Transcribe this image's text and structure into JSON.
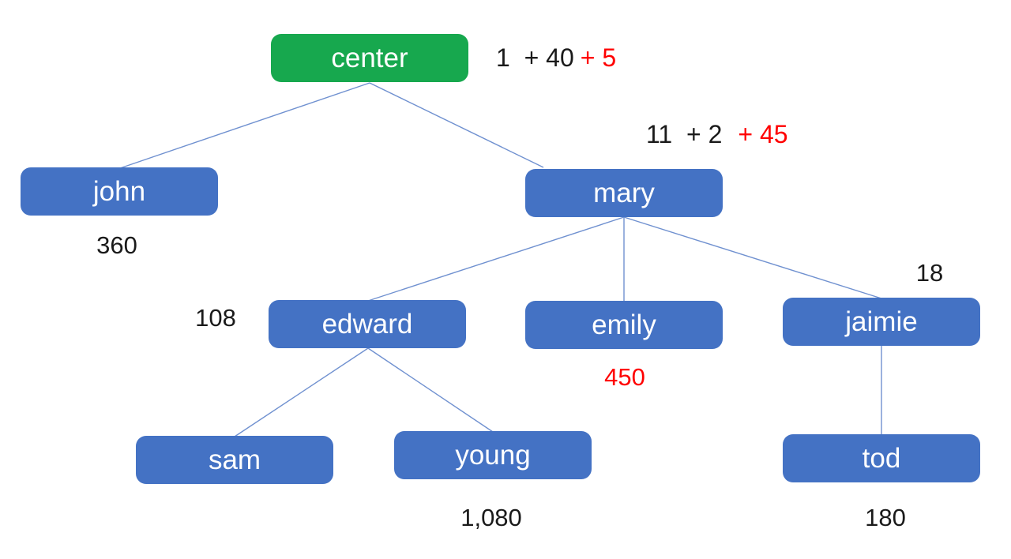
{
  "diagram": {
    "type": "tree",
    "background": "#ffffff",
    "colors": {
      "root_node_fill": "#17A84E",
      "node_fill": "#4472C4",
      "node_text": "#ffffff",
      "connector_line": "#7091D0",
      "number_text": "#1a1a1a",
      "highlight_text": "#ff0000"
    },
    "nodes": {
      "center": {
        "label": "center",
        "expression_black": "1  + 40",
        "expression_red": "+ 5"
      },
      "john": {
        "label": "john",
        "value": "360"
      },
      "mary": {
        "label": "mary",
        "expression_black": "11  + 2",
        "expression_red": "+ 45"
      },
      "edward": {
        "label": "edward",
        "value": "108"
      },
      "emily": {
        "label": "emily",
        "value": "450",
        "value_color": "#ff0000"
      },
      "jaimie": {
        "label": "jaimie",
        "value": "18"
      },
      "sam": {
        "label": "sam"
      },
      "young": {
        "label": "young",
        "value": "1,080"
      },
      "tod": {
        "label": "tod",
        "value": "180"
      }
    },
    "edges": [
      {
        "from": "center",
        "to": "john"
      },
      {
        "from": "center",
        "to": "mary"
      },
      {
        "from": "mary",
        "to": "edward"
      },
      {
        "from": "mary",
        "to": "emily"
      },
      {
        "from": "mary",
        "to": "jaimie"
      },
      {
        "from": "edward",
        "to": "sam"
      },
      {
        "from": "edward",
        "to": "young"
      },
      {
        "from": "jaimie",
        "to": "tod"
      }
    ]
  }
}
